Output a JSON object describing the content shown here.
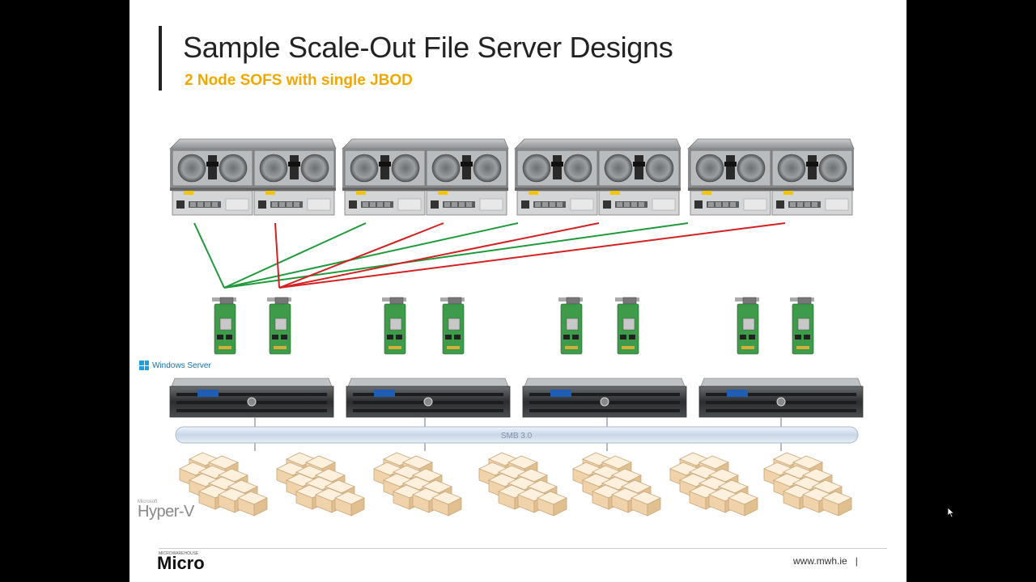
{
  "slide": {
    "title": "Sample Scale-Out File Server Designs",
    "subtitle": "2 Node SOFS with single JBOD",
    "bus_label": "SMB 3.0",
    "windows_server_label": "Windows Server",
    "hyperv_small": "Microsoft",
    "hyperv_label": "Hyper-V",
    "footer_logo": "Micro",
    "footer_logo_small": "MICROWAREHOUSE",
    "footer_url": "www.mwh.ie",
    "footer_separator": "|"
  },
  "colors": {
    "title": "#222222",
    "subtitle": "#f0a800",
    "link_green": "#1f9a3a",
    "link_red": "#d42020",
    "background": "#000000",
    "slide": "#ffffff"
  },
  "diagram": {
    "jbod_count": 4,
    "hba_count": 8,
    "server_count": 4,
    "vm_group_count": 7
  }
}
